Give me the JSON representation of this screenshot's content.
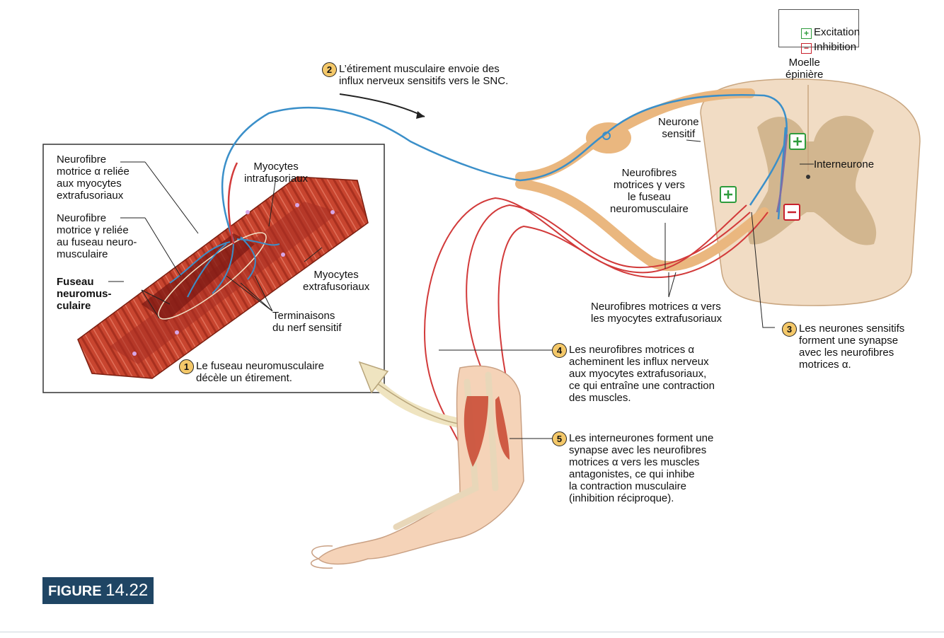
{
  "legend": {
    "excitation_symbol": "+",
    "excitation": "Excitation",
    "inhibition_symbol": "−",
    "inhibition": "Inhibition",
    "excitation_color": "#2e9b3c",
    "inhibition_color": "#c8202c"
  },
  "labels": {
    "moelle": "Moelle\népinière",
    "neurone_sensitif": "Neurone\nsensitif",
    "interneurone": "Interneurone",
    "gamma_motor": "Neurofibres\nmotrices γ vers\nle fuseau\nneuromusculaire",
    "alpha_motor": "Neurofibres motrices α vers\nles myocytes extrafusoriaux",
    "inset_alpha": "Neurofibre\nmotrice α reliée\naux myocytes\nextrafusoriaux",
    "inset_gamma": "Neurofibre\nmotrice γ reliée\nau fuseau neuro-\nmusculaire",
    "fuseau": "Fuseau\nneuromus-\nculaire",
    "intrafusoriaux": "Myocytes\nintrafusoriaux",
    "extrafusoriaux": "Myocytes\nextrafusoriaux",
    "terminaisons": "Terminaisons\ndu nerf sensitif"
  },
  "steps": [
    {
      "num": "1",
      "text": "Le fuseau neuromusculaire\ndécèle un étirement."
    },
    {
      "num": "2",
      "text": "L’étirement musculaire envoie des\ninflux nerveux sensitifs vers le SNC."
    },
    {
      "num": "3",
      "text": "Les neurones sensitifs\nforment une synapse\navec les neurofibres\nmotrices α."
    },
    {
      "num": "4",
      "text": "Les neurofibres motrices α\nacheminent les influx nerveux\naux myocytes extrafusoriaux,\nce qui entraîne une contraction\ndes muscles."
    },
    {
      "num": "5",
      "text": "Les interneurones forment une\nsynapse avec les neurofibres\nmotrices α vers les muscles\nantagonistes, ce qui inhibe\nla contraction musculaire\n(inhibition réciproque)."
    }
  ],
  "figure": {
    "word": "FIGURE",
    "number": "14.22"
  },
  "colors": {
    "sensory": "#3a8fc9",
    "motor": "#d23a3a",
    "nerve": "#eab77f",
    "muscle": "#c8452f",
    "cord": "#f1dcc4",
    "grey_matter": "#d2b68f",
    "badge": "#f4c869",
    "figure_bg": "#1f4564"
  }
}
